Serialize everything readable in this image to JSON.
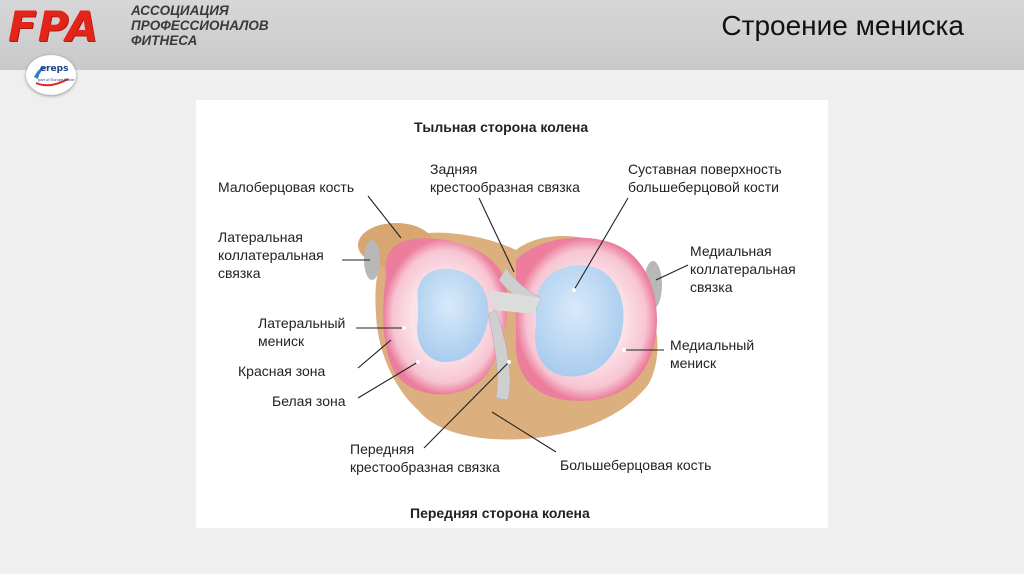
{
  "header": {
    "logo": "FPA",
    "org_lines": [
      "АССОЦИАЦИЯ",
      "ПРОФЕССИОНАЛОВ",
      "ФИТНЕСА"
    ],
    "title": "Строение мениска",
    "badge": {
      "name": "ereps",
      "sub": "part of EuropeActive"
    }
  },
  "diagram": {
    "top_side": "Тыльная сторона колена",
    "bottom_side": "Передняя сторона колена",
    "labels": {
      "fibula": "Малоберцовая кость",
      "pcl_1": "Задняя",
      "pcl_2": "крестообразная связка",
      "tibial_surface_1": "Суставная поверхность",
      "tibial_surface_2": "большеберцовой кости",
      "lcl_1": "Латеральная",
      "lcl_2": "коллатеральная",
      "lcl_3": "связка",
      "mcl_1": "Медиальная",
      "mcl_2": "коллатеральная",
      "mcl_3": "связка",
      "lat_meniscus_1": "Латеральный",
      "lat_meniscus_2": "мениск",
      "med_meniscus_1": "Медиальный",
      "med_meniscus_2": "мениск",
      "red_zone": "Красная зона",
      "white_zone": "Белая зона",
      "acl_1": "Передняя",
      "acl_2": "крестообразная связка",
      "tibia": "Большеберцовая кость"
    }
  },
  "colors": {
    "logo_red": "#e3241b",
    "bone": "#d8a670",
    "meniscus_red": "#ef8aa6",
    "meniscus_pink": "#f7c6d4",
    "cartilage": "#b9d7f2",
    "ligament": "#c9c9c9"
  }
}
